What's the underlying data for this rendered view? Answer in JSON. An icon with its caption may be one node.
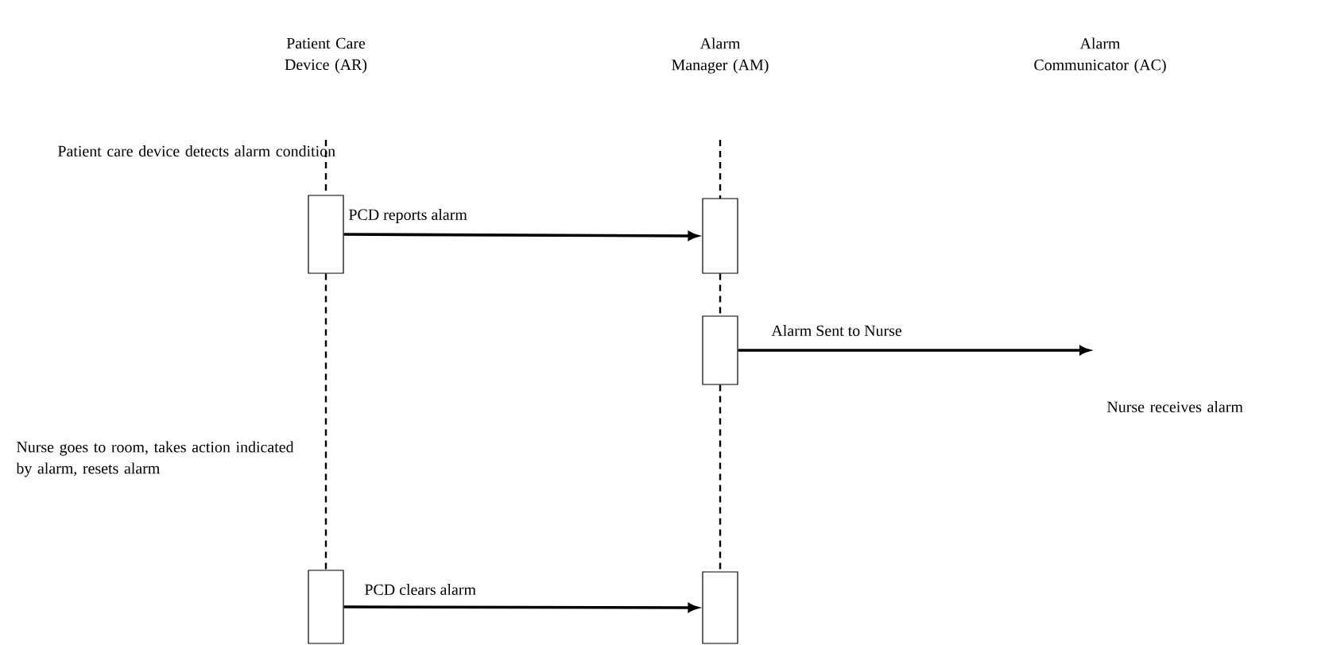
{
  "diagram": {
    "nodes": [
      {
        "text": [],
        "shape": "box"
      },
      {
        "text": [],
        "shape": "box"
      },
      {
        "text": [],
        "shape": "box"
      },
      {
        "text": [],
        "shape": "box"
      },
      {
        "text": [],
        "shape": "box"
      }
    ],
    "edges": [
      {
        "from": 0,
        "to": 1,
        "arrow": "to",
        "label": "PCD reports alarm"
      },
      {
        "from": 2,
        "to": null,
        "arrow": "to",
        "label": "Alarm Sent to Nurse"
      },
      {
        "from": 3,
        "to": 4,
        "arrow": "to",
        "label": "PCD clears alarm"
      },
      {
        "from": 0,
        "to": 3,
        "arrow": "none",
        "style": "dashed"
      },
      {
        "from": 1,
        "to": 2,
        "arrow": "none",
        "style": "dashed"
      },
      {
        "from": 2,
        "to": 4,
        "arrow": "none",
        "style": "dashed"
      }
    ],
    "labels": [
      "Patient Care Device (AR)",
      "Alarm Manager (AM)",
      "Alarm Communicator (AC)",
      "Patient care device detects alarm condition",
      "Nurse receives alarm",
      "Nurse goes to room, takes action indicated by alarm, resets alarm"
    ]
  }
}
